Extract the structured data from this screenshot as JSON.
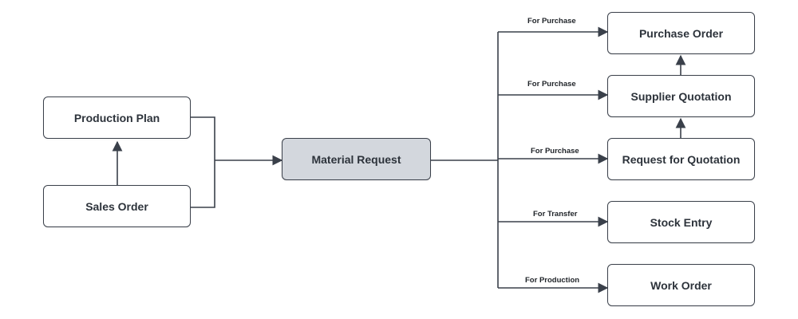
{
  "nodes": {
    "production_plan": "Production Plan",
    "sales_order": "Sales Order",
    "material_request": "Material Request",
    "purchase_order": "Purchase Order",
    "supplier_quotation": "Supplier Quotation",
    "request_for_quotation": "Request for Quotation",
    "stock_entry": "Stock Entry",
    "work_order": "Work Order"
  },
  "edge_labels": {
    "purchase_order": "For Purchase",
    "supplier_quotation": "For Purchase",
    "request_for_quotation": "For Purchase",
    "stock_entry": "For Transfer",
    "work_order": "For Production"
  },
  "colors": {
    "line": "#3a404a",
    "center_fill": "#d3d7dd"
  }
}
